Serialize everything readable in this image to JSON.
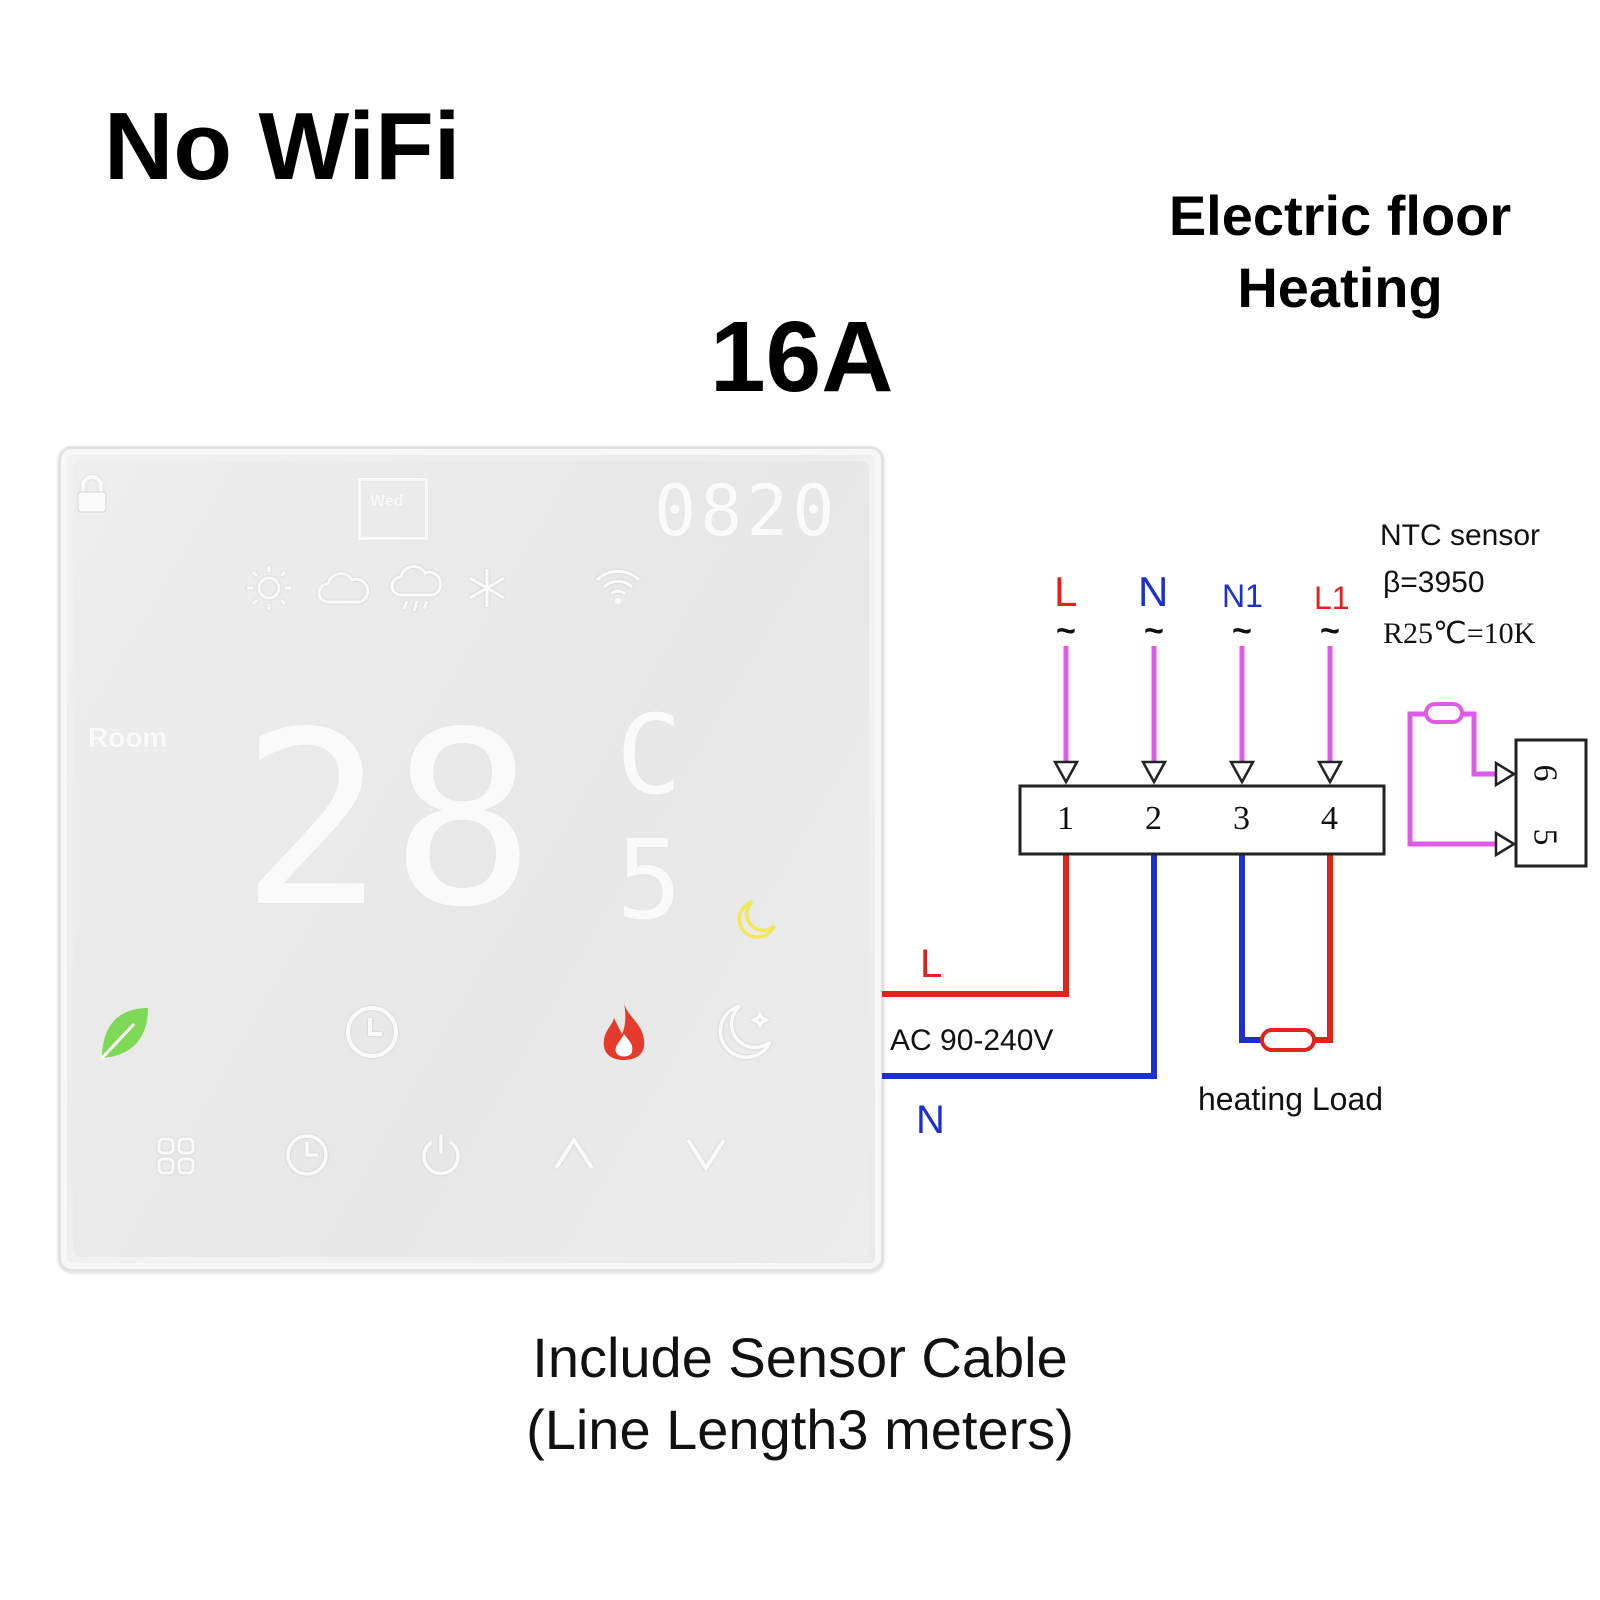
{
  "headline": {
    "wifi_status": "No WiFi",
    "amperage": "16A"
  },
  "product_type": {
    "line1": "Electric floor",
    "line2": "Heating"
  },
  "footer": {
    "line1": "Include Sensor Cable",
    "line2": "(Line Length3 meters)"
  },
  "thermostat": {
    "day": "Wed",
    "clock": "0820",
    "room_label": "Room",
    "temperature_main": "28",
    "temperature_unit": "C",
    "temperature_fraction": "5",
    "top_icons": [
      "lock-icon",
      "sun-icon",
      "cloud-icon",
      "rain-cloud-icon",
      "snowflake-icon",
      "wifi-icon"
    ],
    "mode_icons": [
      "leaf-icon",
      "clock-icon",
      "flame-icon",
      "moon-stars-icon",
      "moon-icon"
    ],
    "buttons": [
      "menu-grid-icon",
      "timer-icon",
      "power-icon",
      "up-arrow-icon",
      "down-arrow-icon"
    ],
    "colors": {
      "leaf": "#7ed957",
      "flame": "#e53b2c",
      "moon": "#f2e65a"
    }
  },
  "wiring": {
    "supply_line_label": "L",
    "supply_neutral_label": "N",
    "supply_voltage": "AC 90-240V",
    "inputs": [
      {
        "label": "L",
        "symbol": "~",
        "color": "#e0231c"
      },
      {
        "label": "N",
        "symbol": "~",
        "color": "#1c2fd0"
      },
      {
        "label": "N1",
        "symbol": "~",
        "color": "#1c2fd0"
      },
      {
        "label": "L1",
        "symbol": "~",
        "color": "#e0231c"
      }
    ],
    "terminals": [
      "1",
      "2",
      "3",
      "4"
    ],
    "sensor_terminals": [
      "6",
      "5"
    ],
    "load_label": "heating Load",
    "sensor": {
      "title": "NTC sensor",
      "beta": "β=3950",
      "r25": "R25℃=10K"
    },
    "colors": {
      "line": "#e0231c",
      "neutral": "#1c2fd0",
      "signal": "#e05ae8"
    }
  }
}
